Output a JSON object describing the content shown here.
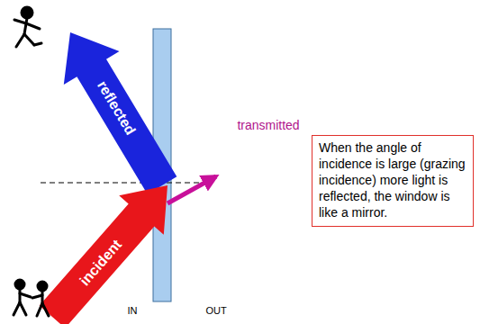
{
  "diagram": {
    "nodes": [
      {
        "text": [
          "When the angle of incidence is large (grazing incidence) more light is reflected, the window is like a mirror."
        ]
      }
    ],
    "labels": [
      "reflected",
      "incident",
      "transmitted",
      "IN",
      "OUT"
    ]
  }
}
